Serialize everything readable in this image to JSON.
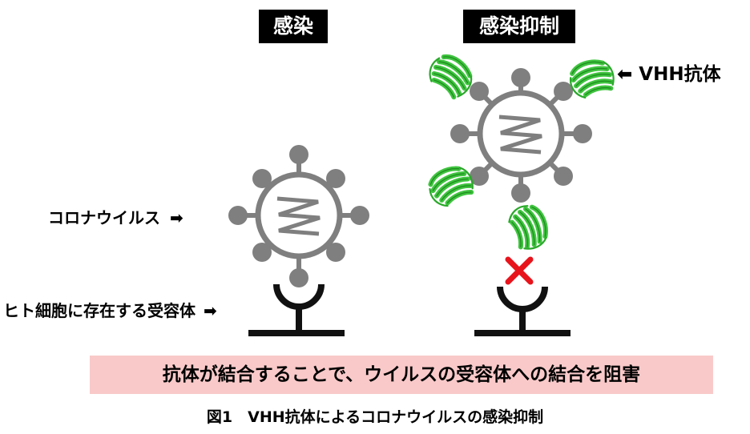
{
  "headings": {
    "infection": "感染",
    "inhibition": "感染抑制"
  },
  "labels": {
    "vhh_antibody": "VHH抗体",
    "coronavirus": "コロナウイルス",
    "receptor": "ヒト細胞に存在する受容体"
  },
  "arrow_glyph": "➡",
  "banner": {
    "text": "抗体が結合することで、ウイルスの受容体への結合を阻害"
  },
  "caption": {
    "text": "図1　VHH抗体によるコロナウイルスの感染抑制"
  },
  "colors": {
    "virus_gray": "#7f7f7f",
    "antibody_green": "#3fc43f",
    "block_red": "#e8141c",
    "banner_pink": "#f9c9c9",
    "receptor_black": "#111111"
  },
  "icons": {
    "block_mark": "x-mark-icon",
    "arrow": "arrow-right-icon"
  }
}
